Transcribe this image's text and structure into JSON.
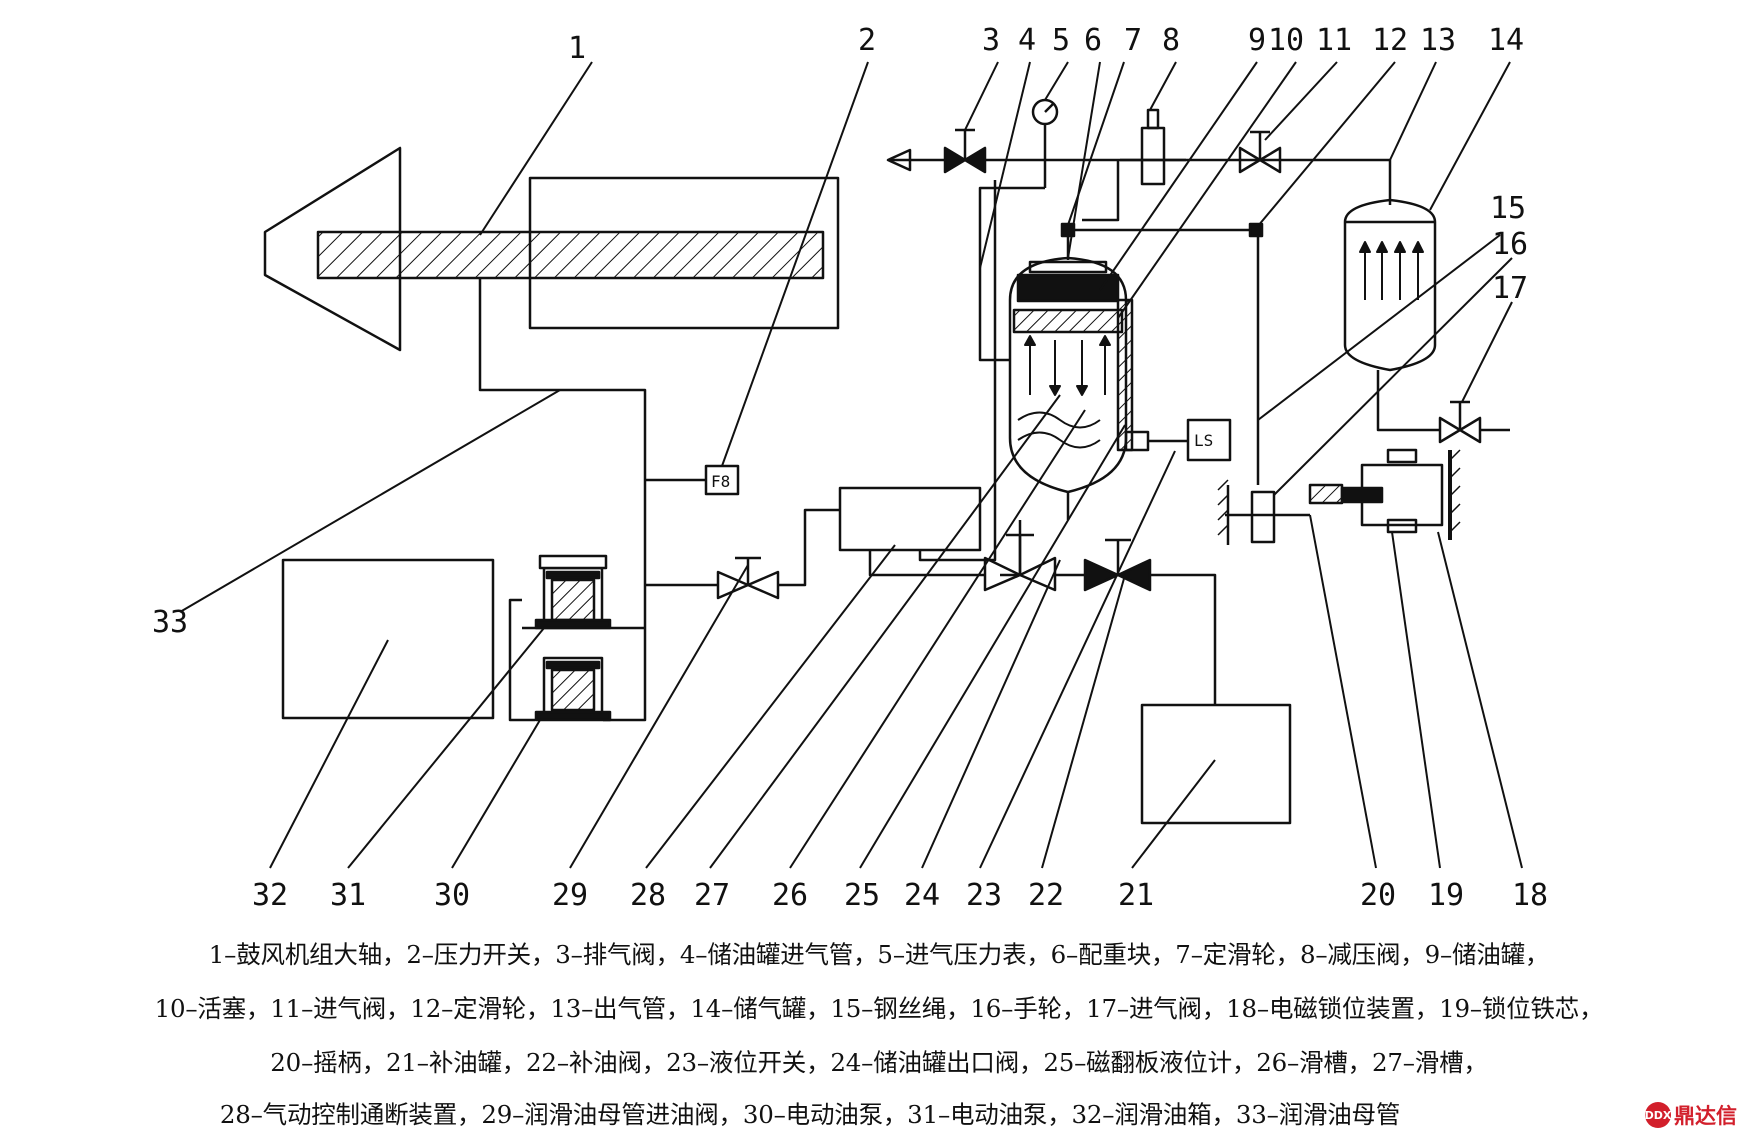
{
  "labels": [
    "1",
    "2",
    "3",
    "4",
    "5",
    "6",
    "7",
    "8",
    "9",
    "10",
    "11",
    "12",
    "13",
    "14",
    "15",
    "16",
    "17",
    "18",
    "19",
    "20",
    "21",
    "22",
    "23",
    "24",
    "25",
    "26",
    "27",
    "28",
    "29",
    "30",
    "31",
    "32",
    "33"
  ],
  "caption_lines": [
    "1–鼓风机组大轴，2–压力开关，3–排气阀，4–储油罐进气管，5–进气压力表，6–配重块，7–定滑轮，8–减压阀，9–储油罐，",
    "10–活塞，11–进气阀，12–定滑轮，13–出气管，14–储气罐，15–钢丝绳，16–手轮，17–进气阀，18–电磁锁位装置，19–锁位铁芯，",
    "20–摇柄，21–补油罐，22–补油阀，23–液位开关，24–储油罐出口阀，25–磁翻板液位计，26–滑槽，27–滑槽，",
    "28–气动控制通断装置，29–润滑油母管进油阀，30–电动油泵，31–电动油泵，32–润滑油箱，33–润滑油母管"
  ],
  "watermark": {
    "mark": "DDX",
    "text": "鼎达信",
    "color": "#d21f2b"
  }
}
